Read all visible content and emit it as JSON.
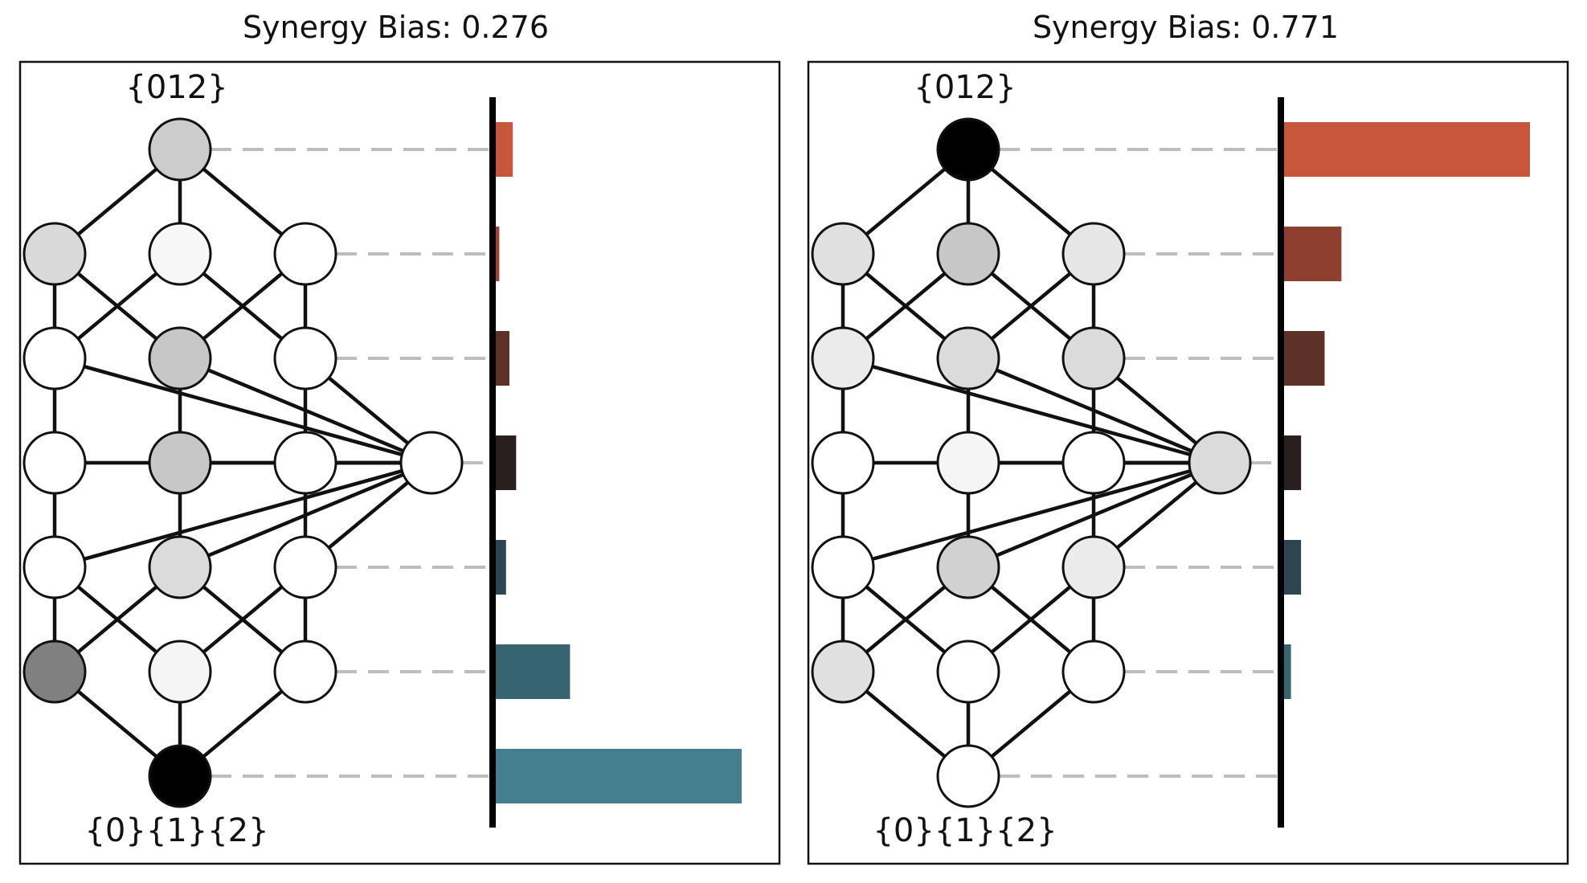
{
  "panels": [
    {
      "title": "Synergy Bias: 0.276",
      "top_label": "{012}",
      "bottom_label": "{0}{1}{2}",
      "node_grays": {
        "top": 0.8,
        "r1": [
          0.85,
          0.97,
          1.0
        ],
        "r2": [
          1.0,
          0.78,
          1.0
        ],
        "r3": [
          1.0,
          0.78,
          1.0
        ],
        "r4": [
          1.0,
          0.86,
          1.0
        ],
        "r5": [
          0.5,
          0.96,
          1.0
        ],
        "bottom": 0.0,
        "mid": 1.0
      },
      "bars": [
        {
          "value": 0.06,
          "color": "#c8563a"
        },
        {
          "value": 0.02,
          "color": "#9c4534"
        },
        {
          "value": 0.05,
          "color": "#5b3128"
        },
        {
          "value": 0.07,
          "color": "#28201f"
        },
        {
          "value": 0.04,
          "color": "#2b4650"
        },
        {
          "value": 0.23,
          "color": "#366570"
        },
        {
          "value": 0.74,
          "color": "#447f8f"
        }
      ]
    },
    {
      "title": "Synergy Bias: 0.771",
      "top_label": "{012}",
      "bottom_label": "{0}{1}{2}",
      "node_grays": {
        "top": 0.0,
        "r1": [
          0.88,
          0.78,
          0.9
        ],
        "r2": [
          0.92,
          0.86,
          0.86
        ],
        "r3": [
          1.0,
          0.96,
          1.0
        ],
        "r4": [
          1.0,
          0.82,
          0.92
        ],
        "r5": [
          0.88,
          1.0,
          1.0
        ],
        "bottom": 1.0,
        "mid": 0.86
      },
      "bars": [
        {
          "value": 0.74,
          "color": "#c8563a"
        },
        {
          "value": 0.18,
          "color": "#8f3f30"
        },
        {
          "value": 0.13,
          "color": "#5b3128"
        },
        {
          "value": 0.06,
          "color": "#28201f"
        },
        {
          "value": 0.06,
          "color": "#2b4650"
        },
        {
          "value": 0.03,
          "color": "#366570"
        },
        {
          "value": 0.0,
          "color": "#447f8f"
        }
      ]
    }
  ]
}
